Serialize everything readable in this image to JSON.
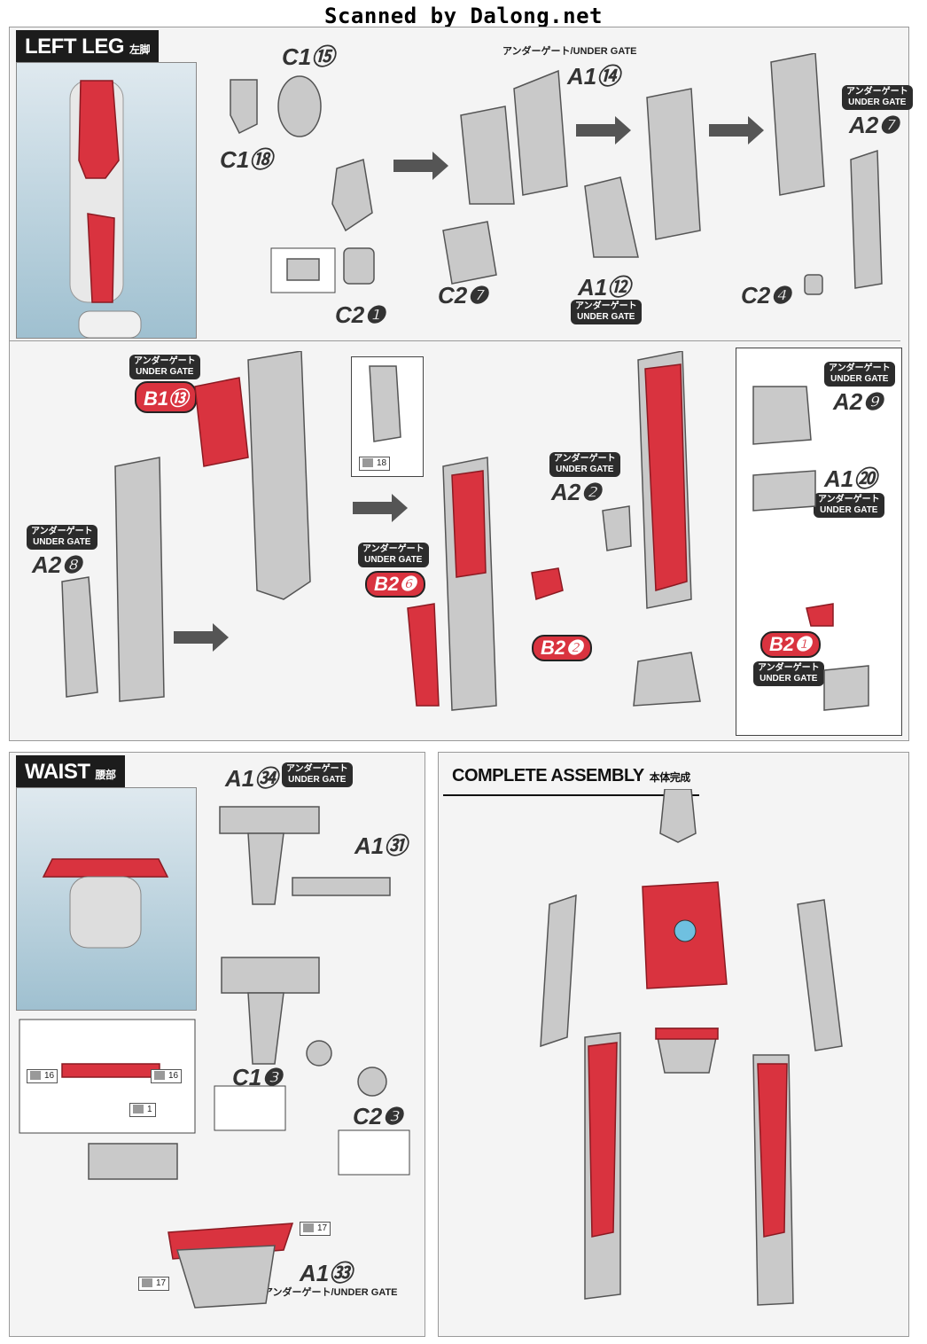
{
  "header": {
    "text": "Scanned by Dalong.net"
  },
  "sections": {
    "left_leg": {
      "title": "LEFT LEG",
      "subtitle": "左脚",
      "labels": {
        "c1_15": "C1⑮",
        "c1_18": "C1⑱",
        "c2_1": "C2❶",
        "a1_14": "A1⑭",
        "c2_7": "C2❼",
        "a1_12": "A1⑫",
        "a2_7": "A2❼",
        "c2_4": "C2❹",
        "b1_13": "B1⑬",
        "a2_8": "A2❽",
        "b2_6": "B2❻",
        "b2_2": "B2❷",
        "a2_2": "A2❷",
        "a2_9": "A2❾",
        "a1_20": "A1⑳",
        "b2_1": "B2❶"
      },
      "gates": {
        "a1_14": "アンダーゲート/UNDER GATE",
        "a1_12_jp": "アンダーゲート",
        "a1_12_en": "UNDER GATE",
        "a2_7_jp": "アンダーゲート",
        "a2_7_en": "UNDER GATE",
        "b1_13_jp": "アンダーゲート",
        "b1_13_en": "UNDER GATE",
        "a2_8_jp": "アンダーゲート",
        "a2_8_en": "UNDER GATE",
        "b2_6_jp": "アンダーゲート",
        "b2_6_en": "UNDER GATE",
        "a2_2_jp": "アンダーゲート",
        "a2_2_en": "UNDER GATE",
        "a2_9_jp": "アンダーゲート",
        "a2_9_en": "UNDER GATE",
        "a1_20_jp": "アンダーゲート",
        "a1_20_en": "UNDER GATE",
        "b2_1_jp": "アンダーゲート",
        "b2_1_en": "UNDER GATE"
      },
      "tool_num": "18"
    },
    "waist": {
      "title": "WAIST",
      "subtitle": "腰部",
      "labels": {
        "a1_34": "A1㉞",
        "a1_31": "A1㉛",
        "c1_3": "C1❸",
        "c2_3": "C2❸",
        "a1_33": "A1㉝"
      },
      "gates": {
        "a1_34_jp": "アンダーゲート",
        "a1_34_en": "UNDER GATE",
        "a1_33": "アンダーゲート/UNDER GATE"
      },
      "tools": [
        "16",
        "16",
        "1",
        "17",
        "17"
      ]
    },
    "complete": {
      "title": "COMPLETE ASSEMBLY",
      "subtitle": "本体完成"
    }
  }
}
